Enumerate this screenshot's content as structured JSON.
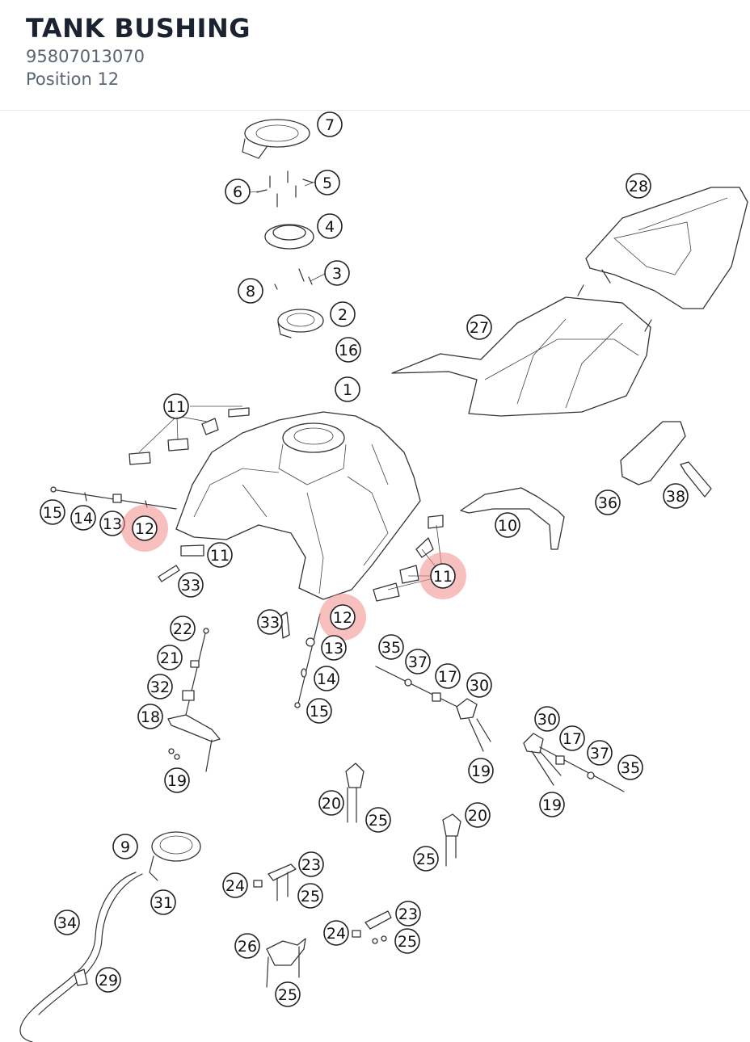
{
  "header": {
    "title": "TANK BUSHING",
    "part_number": "95807013070",
    "position": "Position 12"
  },
  "colors": {
    "title": "#1b2230",
    "subtext": "#5b6473",
    "highlight": "#f28b8b"
  },
  "diagram": {
    "highlighted_position": "12",
    "callouts": [
      {
        "label": "7"
      },
      {
        "label": "5"
      },
      {
        "label": "6"
      },
      {
        "label": "4"
      },
      {
        "label": "3"
      },
      {
        "label": "8"
      },
      {
        "label": "2"
      },
      {
        "label": "16"
      },
      {
        "label": "1"
      },
      {
        "label": "28"
      },
      {
        "label": "27"
      },
      {
        "label": "11"
      },
      {
        "label": "15"
      },
      {
        "label": "14"
      },
      {
        "label": "13"
      },
      {
        "label": "12"
      },
      {
        "label": "11"
      },
      {
        "label": "33"
      },
      {
        "label": "10"
      },
      {
        "label": "36"
      },
      {
        "label": "38"
      },
      {
        "label": "11"
      },
      {
        "label": "12"
      },
      {
        "label": "33"
      },
      {
        "label": "13"
      },
      {
        "label": "14"
      },
      {
        "label": "15"
      },
      {
        "label": "22"
      },
      {
        "label": "21"
      },
      {
        "label": "32"
      },
      {
        "label": "18"
      },
      {
        "label": "19"
      },
      {
        "label": "35"
      },
      {
        "label": "37"
      },
      {
        "label": "17"
      },
      {
        "label": "30"
      },
      {
        "label": "19"
      },
      {
        "label": "30"
      },
      {
        "label": "17"
      },
      {
        "label": "37"
      },
      {
        "label": "35"
      },
      {
        "label": "19"
      },
      {
        "label": "20"
      },
      {
        "label": "25"
      },
      {
        "label": "20"
      },
      {
        "label": "25"
      },
      {
        "label": "9"
      },
      {
        "label": "31"
      },
      {
        "label": "24"
      },
      {
        "label": "23"
      },
      {
        "label": "25"
      },
      {
        "label": "34"
      },
      {
        "label": "23"
      },
      {
        "label": "24"
      },
      {
        "label": "25"
      },
      {
        "label": "26"
      },
      {
        "label": "29"
      },
      {
        "label": "25"
      }
    ]
  }
}
